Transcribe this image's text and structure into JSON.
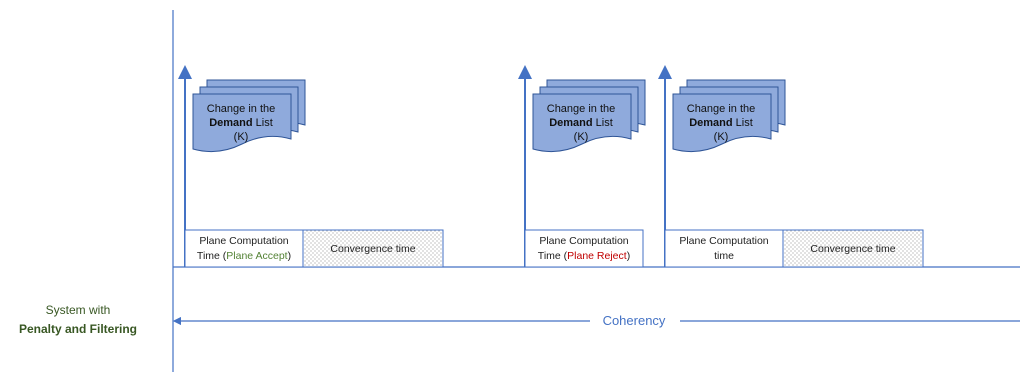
{
  "system_label": {
    "line1": "System with",
    "line2": "Penalty and Filtering"
  },
  "coherency_label": "Coherency",
  "flags": [
    {
      "line1": "Change in the",
      "bold": "Demand",
      "rest": " List",
      "line3": "(K)"
    },
    {
      "line1": "Change in the",
      "bold": "Demand",
      "rest": " List",
      "line3": "(K)"
    },
    {
      "line1": "Change in the",
      "bold": "Demand",
      "rest": " List",
      "line3": "(K)"
    }
  ],
  "events": [
    {
      "computation": {
        "line1": "Plane Computation",
        "line2_prefix": "Time (",
        "status": "Plane Accept",
        "line2_suffix": ")"
      },
      "convergence": "Convergence time"
    },
    {
      "computation": {
        "line1": "Plane Computation",
        "line2_prefix": "Time (",
        "status": "Plane Reject",
        "line2_suffix": ")"
      },
      "convergence": null
    },
    {
      "computation": {
        "line1": "Plane Computation",
        "line2_prefix": "time",
        "status": "",
        "line2_suffix": ""
      },
      "convergence": "Convergence time"
    }
  ],
  "colors": {
    "line": "#4472c4",
    "flag_fill": "#8faadc",
    "flag_stroke": "#2f5597",
    "accept": "#548235",
    "reject": "#c00000",
    "system_label": "#385723"
  }
}
